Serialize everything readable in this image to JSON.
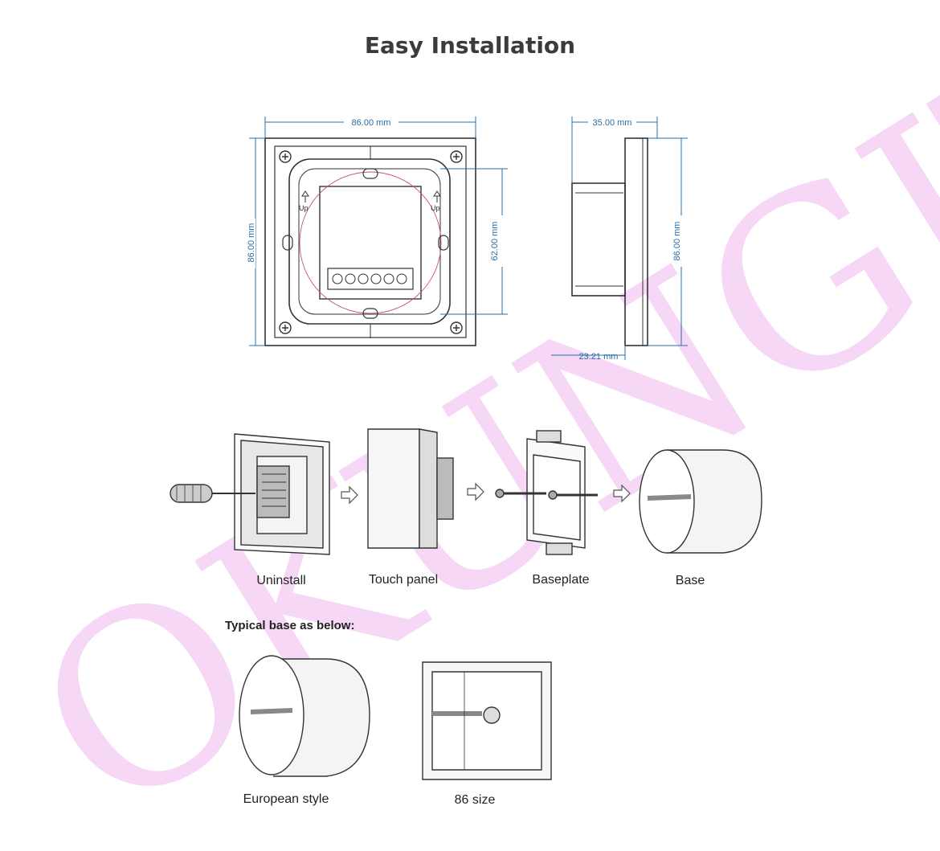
{
  "title": "Easy Installation",
  "watermark": "OKUNGIT",
  "dimensions": {
    "front_width": "86.00 mm",
    "front_height": "86.00 mm",
    "inner_height": "62.00 mm",
    "side_depth": "35.00 mm",
    "side_height": "86.00 mm",
    "side_base": "23.21 mm"
  },
  "steps": [
    {
      "label": "Uninstall"
    },
    {
      "label": "Touch panel"
    },
    {
      "label": "Baseplate"
    },
    {
      "label": "Base"
    }
  ],
  "typical_heading": "Typical base as below:",
  "typical": [
    {
      "label": "European style"
    },
    {
      "label": "86 size"
    }
  ],
  "colors": {
    "dimension": "#2a6fa8",
    "line": "#333333",
    "watermark": "#f0b8f0"
  }
}
